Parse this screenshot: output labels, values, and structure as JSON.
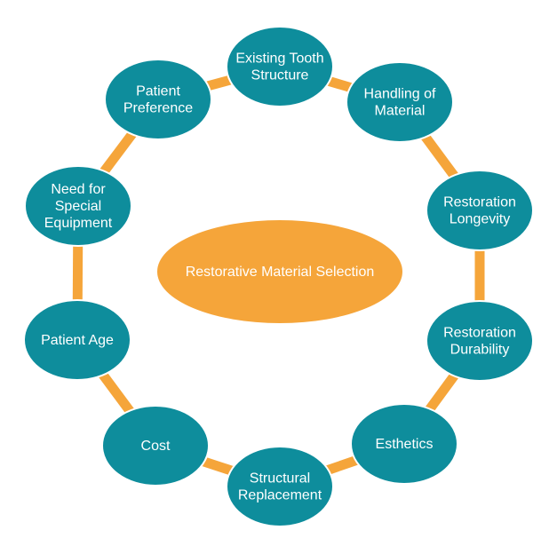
{
  "colors": {
    "node_fill": "#0e8d9c",
    "node_stroke": "#ffffff",
    "ring": "#f5a53a",
    "center_fill": "#f5a53a"
  },
  "center": {
    "label": "Restorative Material Selection"
  },
  "nodes": [
    {
      "lines": [
        "Existing Tooth",
        "Structure"
      ]
    },
    {
      "lines": [
        "Handling of",
        "Material"
      ]
    },
    {
      "lines": [
        "Restoration",
        "Longevity"
      ]
    },
    {
      "lines": [
        "Restoration",
        "Durability"
      ]
    },
    {
      "lines": [
        "Esthetics"
      ]
    },
    {
      "lines": [
        "Structural",
        "Replacement"
      ]
    },
    {
      "lines": [
        "Cost"
      ]
    },
    {
      "lines": [
        "Patient Age"
      ]
    },
    {
      "lines": [
        "Need for",
        "Special",
        "Equipment"
      ]
    },
    {
      "lines": [
        "Patient",
        "Preference"
      ]
    }
  ]
}
